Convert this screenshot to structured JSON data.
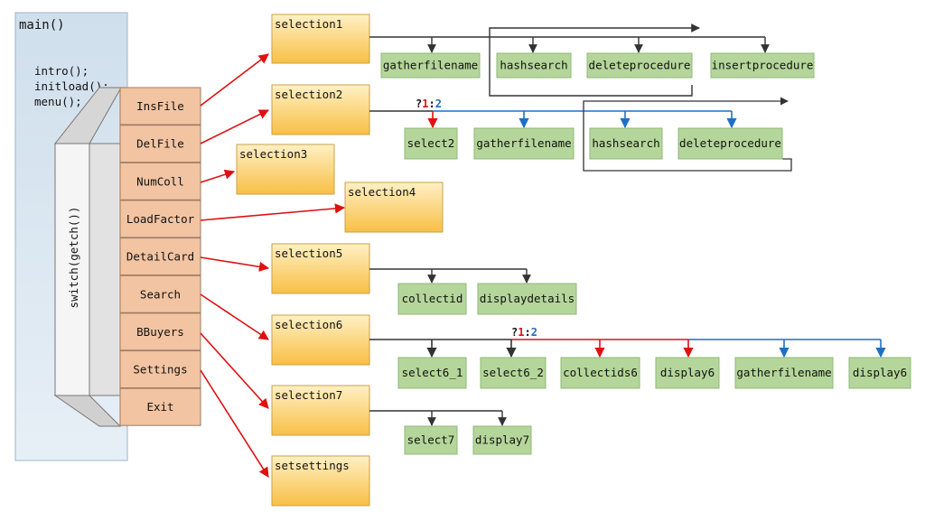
{
  "main": {
    "title": "main()",
    "code_lines": [
      "intro();",
      "initload();",
      "menu();"
    ],
    "switch_label": "switch(getch())"
  },
  "menu_items": [
    "InsFile",
    "DelFile",
    "NumColl",
    "LoadFactor",
    "DetailCard",
    "Search",
    "BBuyers",
    "Settings",
    "Exit"
  ],
  "selections": [
    "selection1",
    "selection2",
    "selection3",
    "selection4",
    "selection5",
    "selection6",
    "selection7",
    "setsettings"
  ],
  "sub": {
    "s1": [
      "gatherfilename",
      "hashsearch",
      "deleteprocedure",
      "insertprocedure"
    ],
    "s2": [
      "select2",
      "gatherfilename",
      "hashsearch",
      "deleteprocedure"
    ],
    "s5": [
      "collectid",
      "displaydetails"
    ],
    "s6": [
      "select6_1",
      "select6_2",
      "collectids6",
      "display6",
      "gatherfilename",
      "display6"
    ],
    "s7": [
      "select7",
      "display7"
    ]
  },
  "ternary": {
    "q": "?",
    "one": "1",
    "sep": ":",
    "two": "2"
  },
  "colors": {
    "main_fill": "#dae6f0",
    "menu_fill": "#f2c4a2",
    "selection_fill_top": "#fde9b0",
    "selection_fill_bottom": "#f9c24a",
    "sub_fill": "#b5d69a",
    "red_arrow": "#e01010",
    "blue_arrow": "#1f6fc5",
    "dark_arrow": "#333333"
  }
}
